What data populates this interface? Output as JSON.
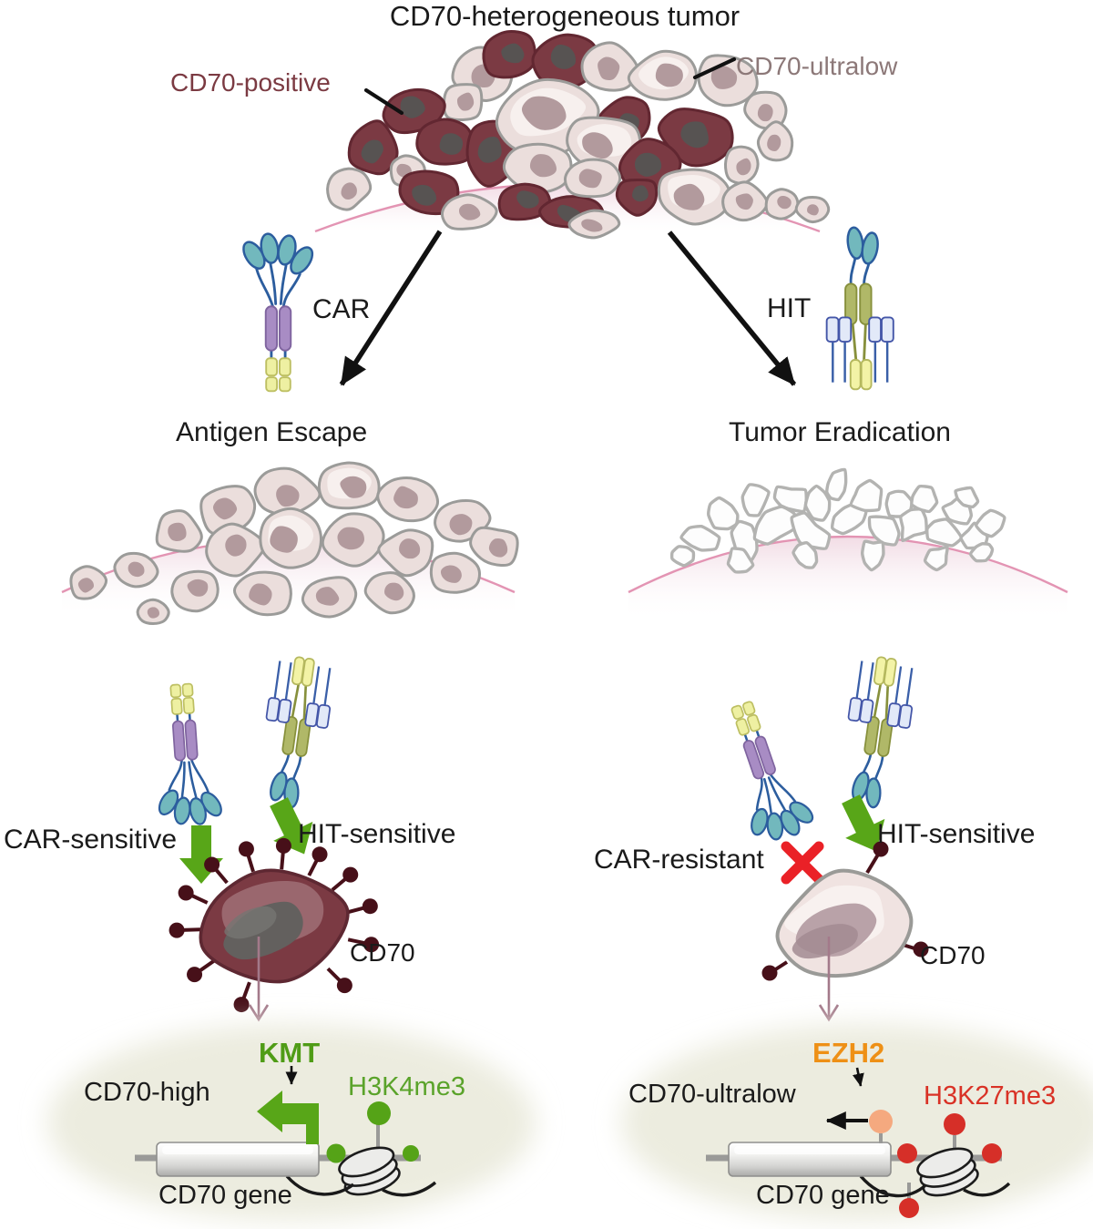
{
  "title": "CD70-heterogeneous tumor",
  "tumor": {
    "positive_label": "CD70-positive",
    "ultralow_label": "CD70-ultralow"
  },
  "therapies": {
    "car_label": "CAR",
    "hit_label": "HIT"
  },
  "outcomes": {
    "antigen_escape": "Antigen Escape",
    "tumor_eradication": "Tumor Eradication"
  },
  "left_panel": {
    "car_status": "CAR-sensitive",
    "hit_status": "HIT-sensitive",
    "antigen_label": "CD70",
    "enzyme_label": "KMT",
    "expression_label": "CD70-high",
    "histone_mark_label": "H3K4me3",
    "gene_label": "CD70 gene"
  },
  "right_panel": {
    "car_status": "CAR-resistant",
    "hit_status": "HIT-sensitive",
    "antigen_label": "CD70",
    "enzyme_label": "EZH2",
    "expression_label": "CD70-ultralow",
    "histone_mark_label": "H3K27me3",
    "gene_label": "CD70 gene"
  },
  "colors": {
    "cd70_positive_text": "#7b3a42",
    "cd70_ultralow_text": "#8c7878",
    "dark_cell": "#7b3a43",
    "light_cell": "#ebdedc",
    "kmt_green": "#4f9c16",
    "h3k4me3_green": "#5aa32a",
    "ezh2_orange": "#ee9016",
    "h3k27me3_red": "#d93226",
    "activation_arrow_green": "#58a618",
    "resistance_x_red": "#ea2127",
    "h3k4_lollipop_green": "#55a317",
    "h3k27_lollipop_red": "#d62f28",
    "ezh2_complex_dot": "#f5a97f",
    "mound_pink": "#e394b3"
  }
}
